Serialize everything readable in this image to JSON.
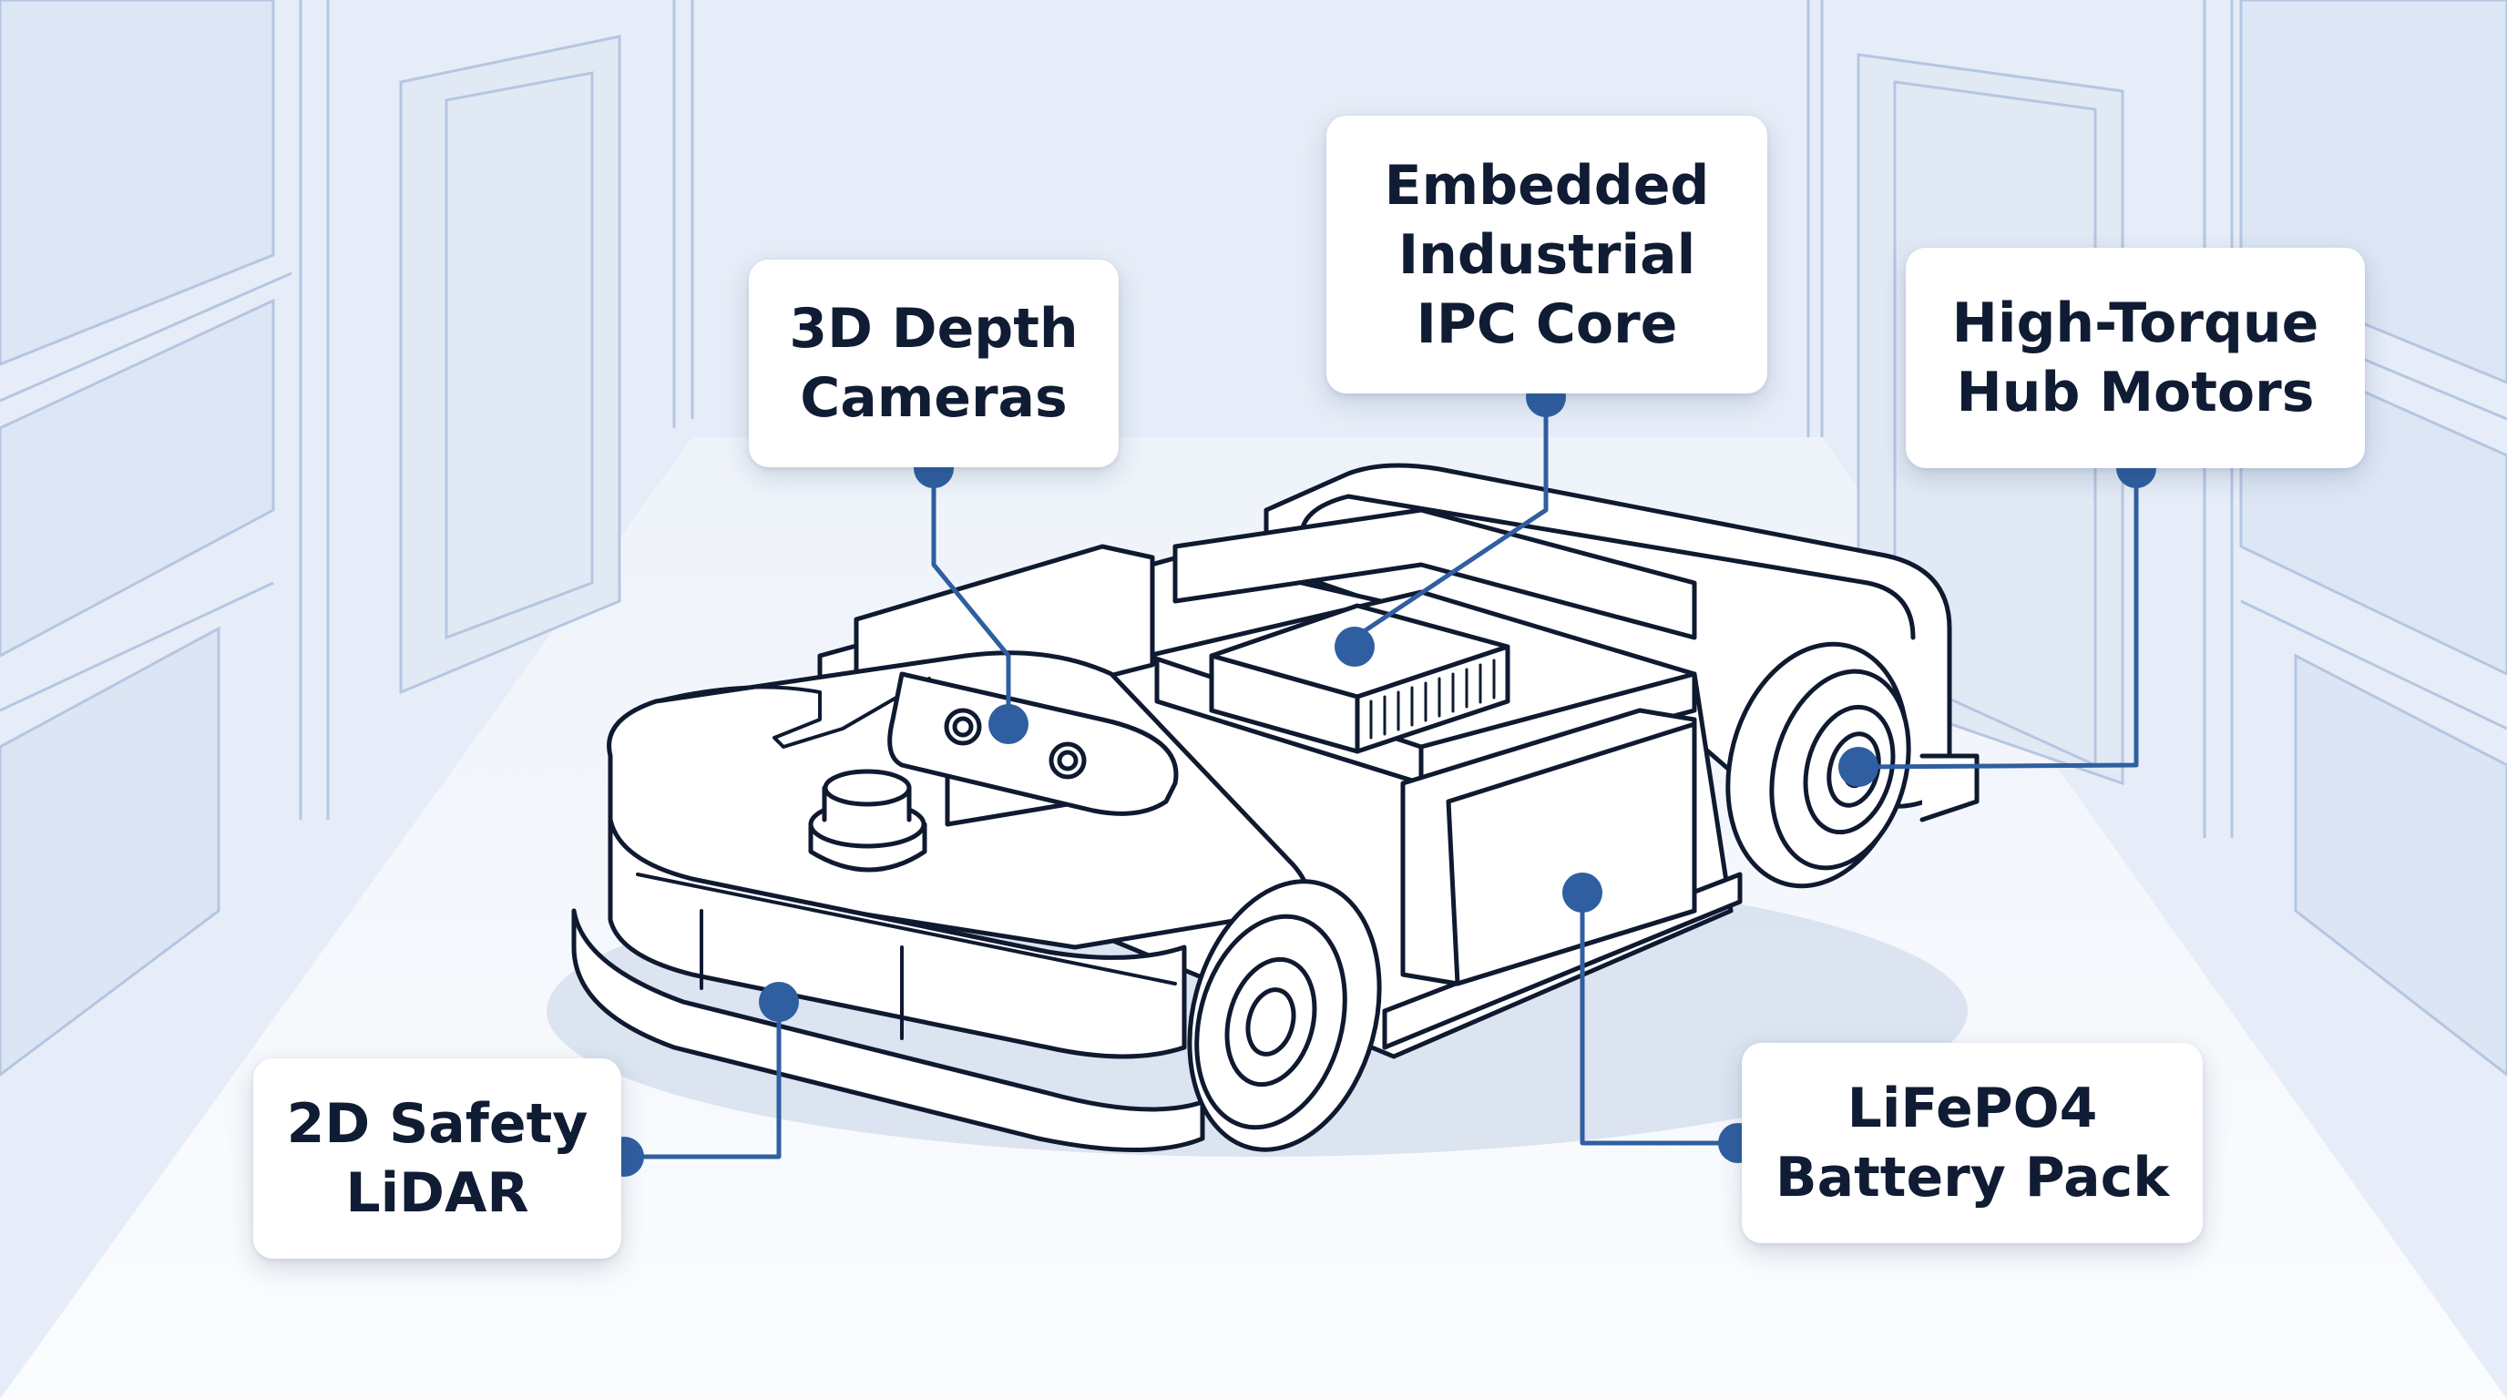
{
  "colors": {
    "background": "#e9eff8",
    "outline": "#0f1a30",
    "accent": "#2f5fa0",
    "label_text": "#101c33",
    "label_bg": "#ffffff"
  },
  "labels": {
    "depth_cameras": {
      "line1": "3D Depth",
      "line2": "Cameras"
    },
    "ipc_core": {
      "line1": "Embedded",
      "line2": "Industrial",
      "line3": "IPC Core"
    },
    "hub_motors": {
      "line1": "High-Torque",
      "line2": "Hub Motors"
    },
    "safety_lidar": {
      "line1": "2D Safety",
      "line2": "LiDAR"
    },
    "battery_pack": {
      "line1": "LiFePO4",
      "line2": "Battery Pack"
    }
  }
}
